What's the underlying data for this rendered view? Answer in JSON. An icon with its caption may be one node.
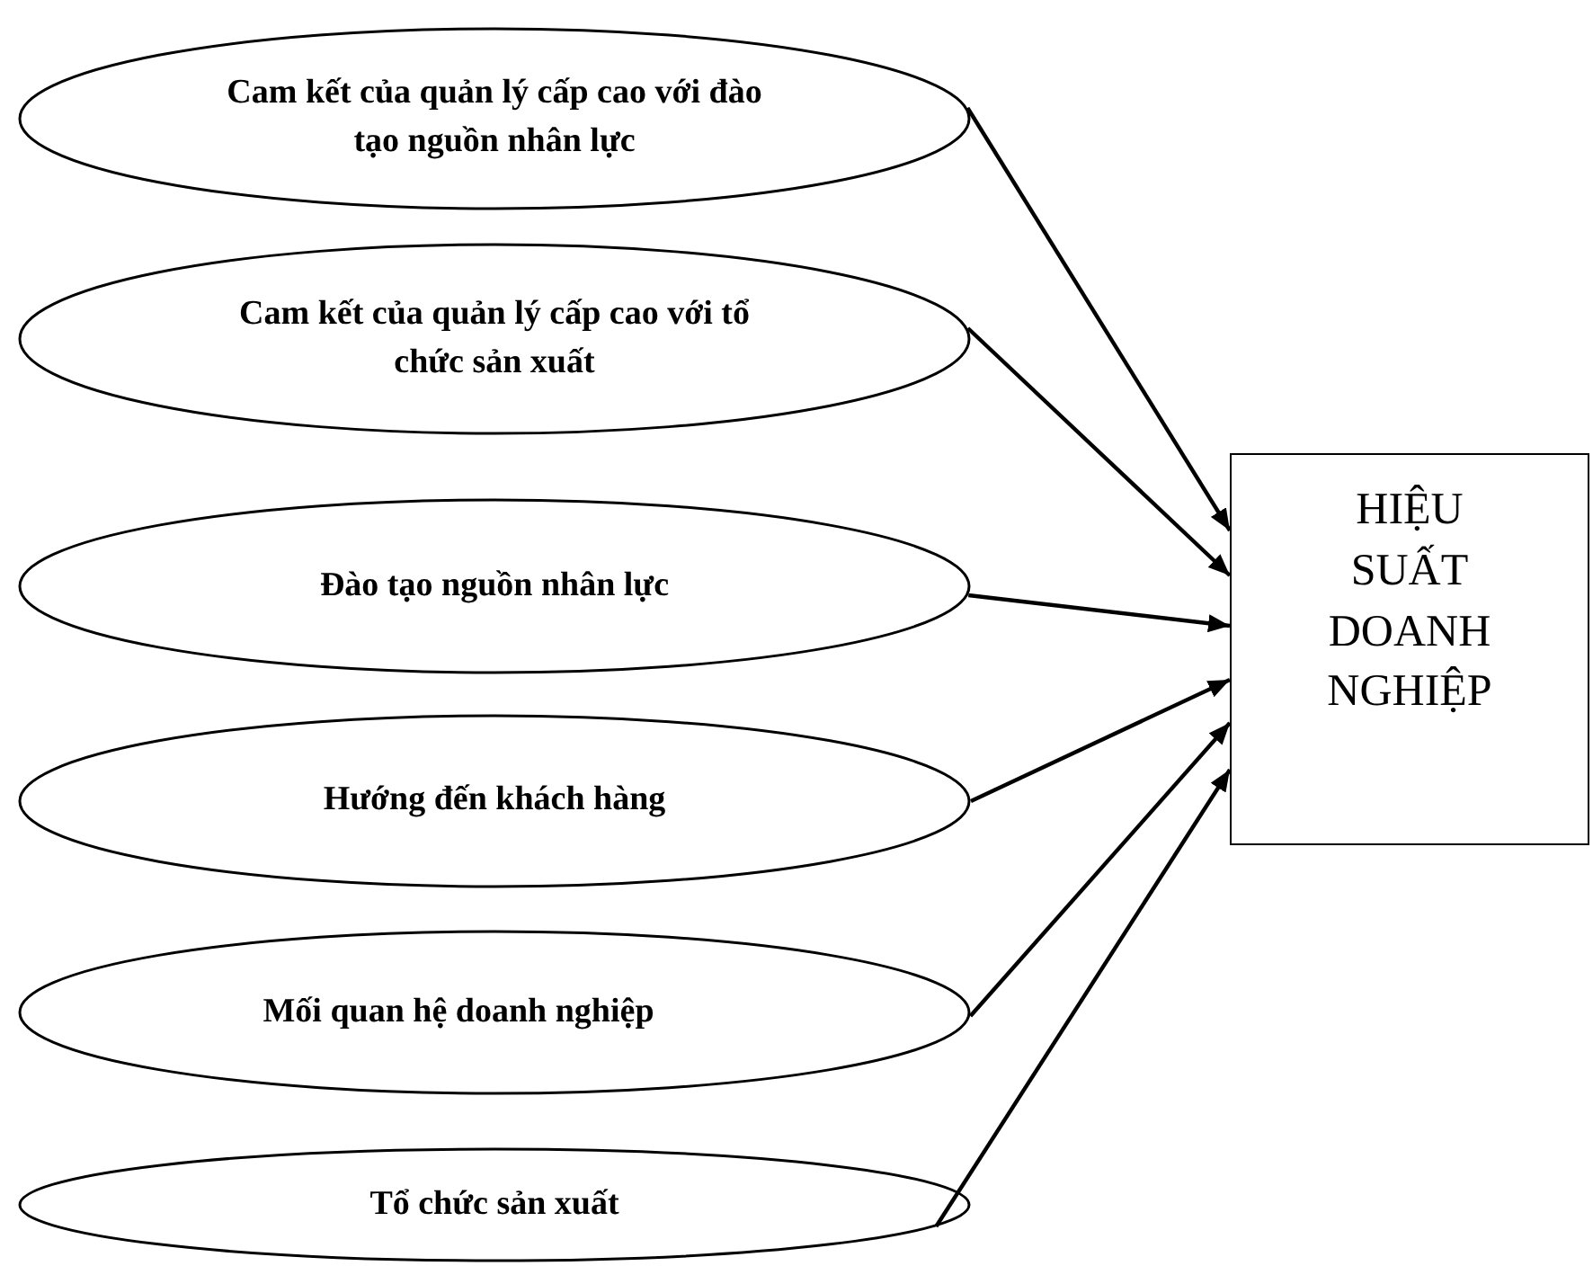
{
  "diagram": {
    "nodes": [
      {
        "text": [
          "Cam kết của quản lý cấp cao với đào tạo nguồn nhân lực"
        ]
      },
      {
        "text": [
          "Cam kết của quản lý cấp cao với tổ chức sản xuất"
        ]
      },
      {
        "text": [
          "Đào tạo nguồn nhân lực"
        ]
      },
      {
        "text": [
          "Hướng đến khách hàng"
        ]
      },
      {
        "text": [
          "Mối quan hệ doanh nghiệp"
        ]
      },
      {
        "text": [
          "Tổ chức sản xuất"
        ]
      },
      {
        "text": [
          "HIỆU SUẤT DOANH NGHIỆP"
        ]
      }
    ],
    "edges": [
      {
        "from": 0,
        "to": 6,
        "arrow": "to"
      },
      {
        "from": 1,
        "to": 6,
        "arrow": "to"
      },
      {
        "from": 2,
        "to": 6,
        "arrow": "to"
      },
      {
        "from": 3,
        "to": 6,
        "arrow": "to"
      },
      {
        "from": 4,
        "to": 6,
        "arrow": "to"
      },
      {
        "from": 5,
        "to": 6,
        "arrow": "to"
      }
    ]
  }
}
